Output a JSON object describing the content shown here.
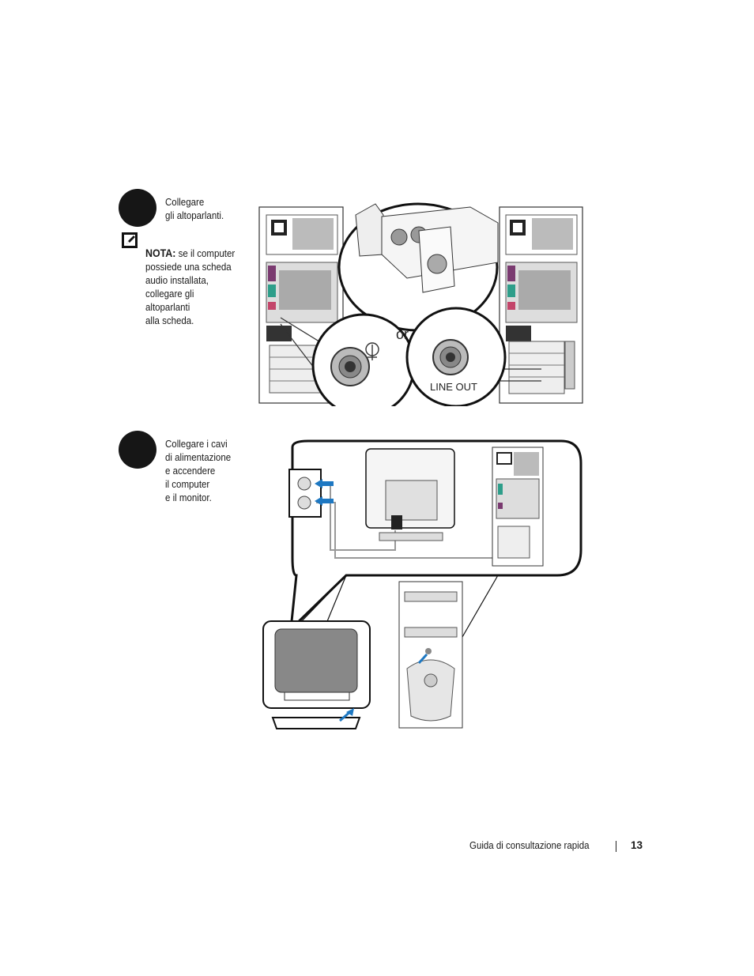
{
  "steps": [
    {
      "instruction": "Collegare\ngli altoparlanti.",
      "note": {
        "label": "NOTA:",
        "text_first_line": " se il computer",
        "text_rest": "possiede una scheda\naudio installata,\ncollegare gli\naltoparlanti\nalla scheda."
      },
      "figure": {
        "or_label": "or",
        "line_out_label": "LINE OUT"
      }
    },
    {
      "instruction": "Collegare i cavi\ndi alimentazione\ne accendere\nil computer\ne il monitor."
    }
  ],
  "footer": {
    "title": "Guida di consultazione rapida",
    "page_number": "13"
  },
  "colors": {
    "accent_arrow": "#1e78c2",
    "step_circle": "#161616"
  },
  "icons": [
    "note-pencil-icon"
  ]
}
